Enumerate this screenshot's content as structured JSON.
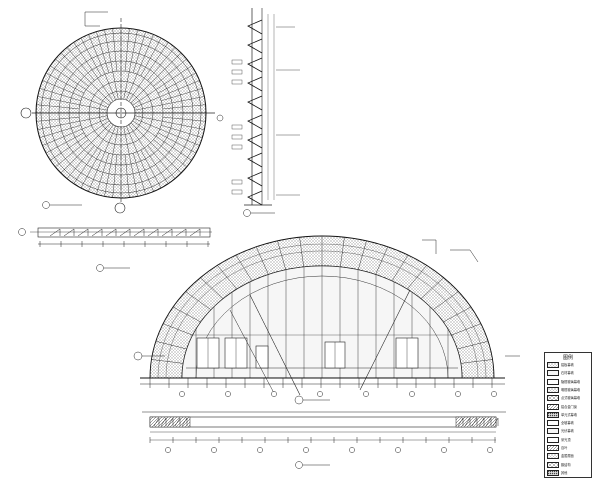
{
  "legend": {
    "title": "图例",
    "items": [
      {
        "label": "铝板幕墙",
        "pattern": "dots"
      },
      {
        "label": "石材幕墙",
        "pattern": "fine"
      },
      {
        "label": "隐框玻璃幕墙",
        "pattern": "blank"
      },
      {
        "label": "明框玻璃幕墙",
        "pattern": "dots"
      },
      {
        "label": "点式玻璃幕墙",
        "pattern": "cross"
      },
      {
        "label": "铝合金门窗",
        "pattern": "hatch"
      },
      {
        "label": "单元式幕墙",
        "pattern": "dense"
      },
      {
        "label": "全玻幕墙",
        "pattern": "blank"
      },
      {
        "label": "光伏幕墙",
        "pattern": "fine"
      },
      {
        "label": "采光顶",
        "pattern": "blank"
      },
      {
        "label": "百叶",
        "pattern": "hatch"
      },
      {
        "label": "金属屋面",
        "pattern": "dots"
      },
      {
        "label": "膜结构",
        "pattern": "cross"
      },
      {
        "label": "其他",
        "pattern": "dense"
      }
    ]
  }
}
